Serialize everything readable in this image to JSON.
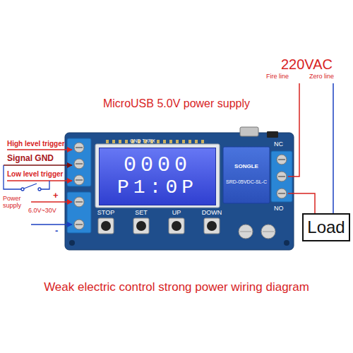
{
  "diagram": {
    "caption": "Weak electric control strong power wiring diagram",
    "nodes": [
      {
        "text": [
          "0000",
          "P1:0P"
        ]
      },
      {
        "text": [
          "Load"
        ]
      }
    ],
    "labels": [
      "MicroUSB 5.0V power supply",
      "220VAC",
      "Fire line",
      "Zero line",
      "High level trigger",
      "Signal GND",
      "Low level trigger",
      "+",
      "Power supply",
      "6.0V~30V",
      "-",
      "GND TXRX",
      "STOP",
      "SET",
      "UP",
      "DOWN",
      "NC",
      "NO",
      "SONGLE",
      "SRD-05VDC-SL-C"
    ]
  }
}
